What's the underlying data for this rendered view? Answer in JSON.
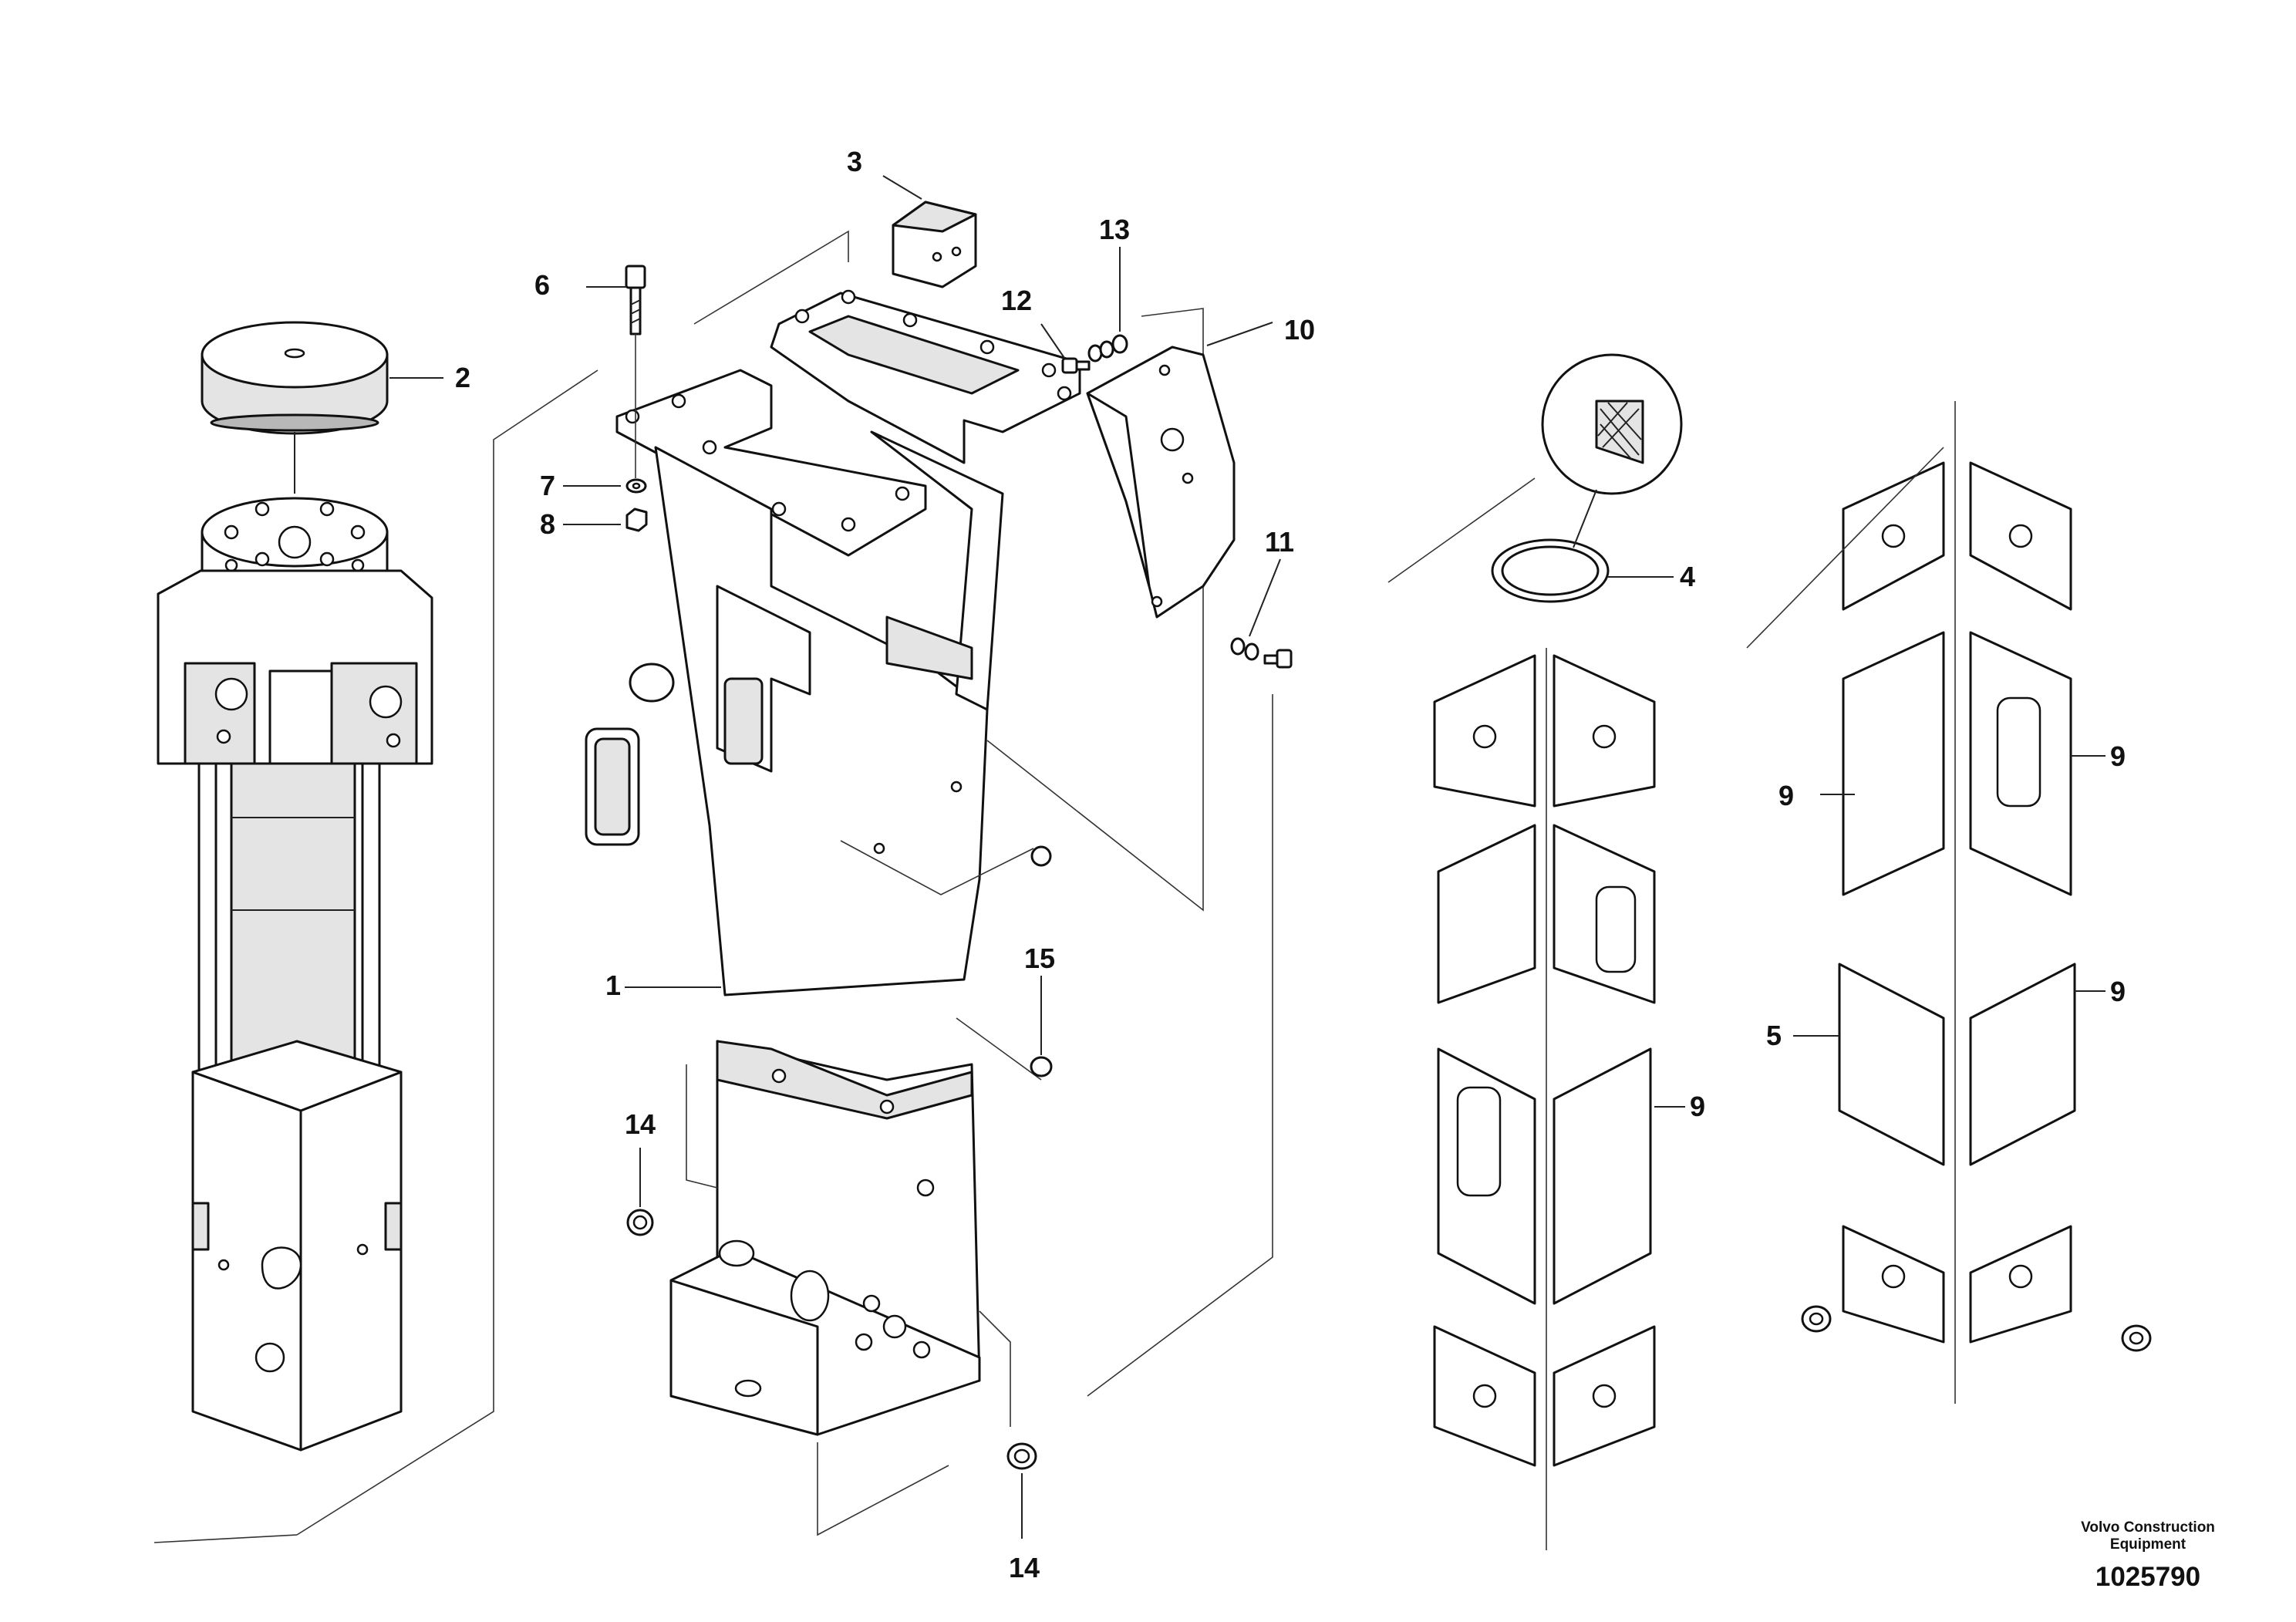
{
  "callouts": {
    "c1": "1",
    "c2": "2",
    "c3": "3",
    "c4": "4",
    "c5": "5",
    "c6": "6",
    "c7": "7",
    "c8": "8",
    "c9a": "9",
    "c9b": "9",
    "c9c": "9",
    "c9d": "9",
    "c10": "10",
    "c11": "11",
    "c12": "12",
    "c13": "13",
    "c14a": "14",
    "c14b": "14",
    "c15": "15"
  },
  "footer": {
    "brand": "Volvo Construction Equipment",
    "doc_number": "1025790"
  }
}
